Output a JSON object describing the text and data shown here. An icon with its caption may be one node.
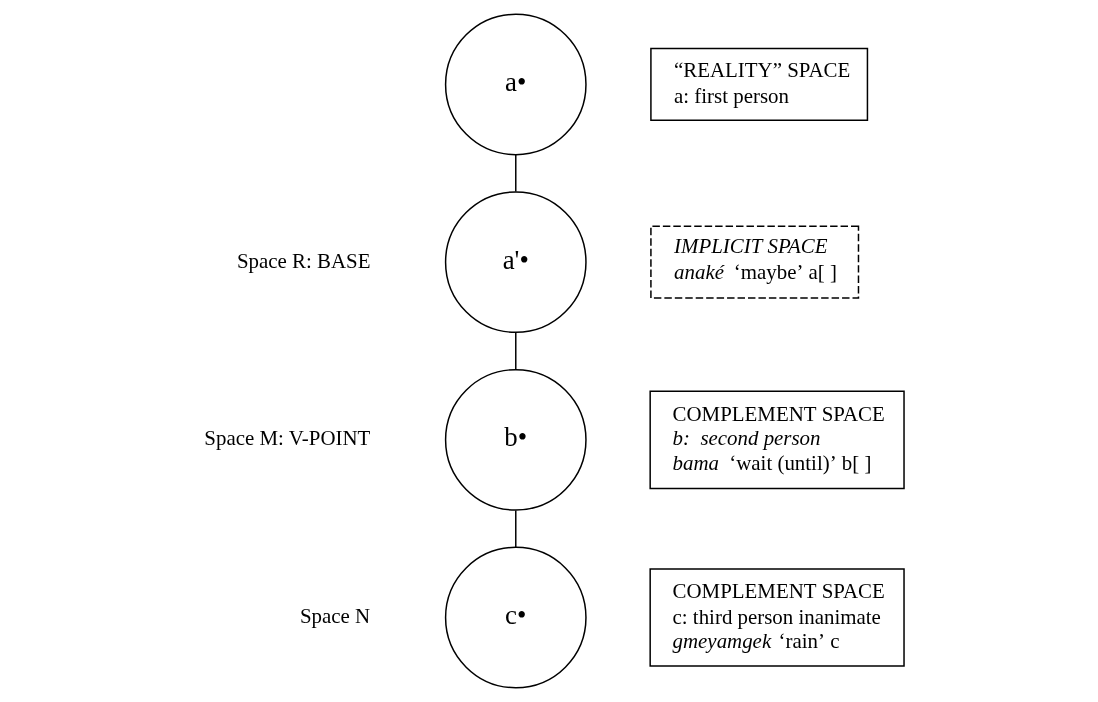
{
  "diagram": {
    "nodes": [
      {
        "text": [
          "a•"
        ]
      },
      {
        "text": [
          "“REALITY” SPACE",
          "a: first person"
        ]
      },
      {
        "text": [
          "a'•"
        ]
      },
      {
        "text": [
          "IMPLICIT SPACE",
          "*anaké* ‘maybe’ a[ ]"
        ]
      },
      {
        "text": [
          "b•"
        ]
      },
      {
        "text": [
          "COMPLEMENT SPACE",
          "b:  second person",
          "*bama* ‘wait (until)’ b[ ]"
        ]
      },
      {
        "text": [
          "c•"
        ]
      },
      {
        "text": [
          "COMPLEMENT SPACE",
          "c: third person inanimate",
          "*gmeyamgek* ‘rain’ c"
        ]
      }
    ],
    "edges": [
      {
        "from": 0,
        "to": 2,
        "arrow": "none"
      },
      {
        "from": 2,
        "to": 4,
        "arrow": "none"
      },
      {
        "from": 4,
        "to": 6,
        "arrow": "none"
      }
    ],
    "labels": [
      "Space R: BASE",
      "Space M: V-POINT",
      "Space N"
    ]
  }
}
